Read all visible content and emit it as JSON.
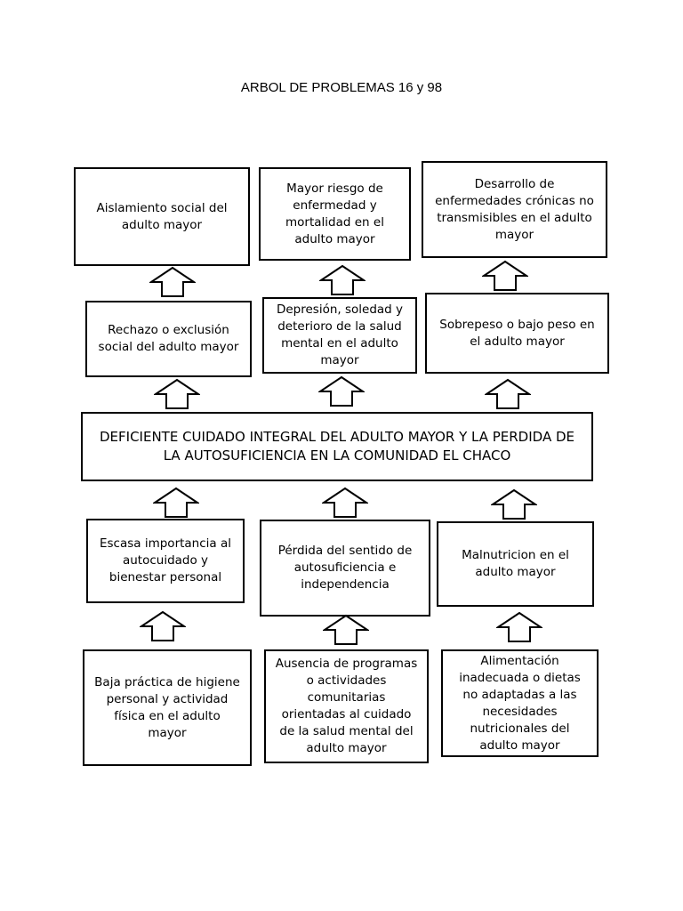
{
  "title": "ARBOL DE PROBLEMAS 16 y 98",
  "effects_top": [
    "Aislamiento social del adulto mayor",
    "Mayor riesgo de enfermedad y mortalidad en el adulto mayor",
    "Desarrollo de enfermedades crónicas no transmisibles en el adulto mayor"
  ],
  "effects_direct": [
    "Rechazo o exclusión social del adulto mayor",
    "Depresión, soledad y deterioro de la salud mental en el adulto mayor",
    "Sobrepeso o bajo peso en el adulto mayor"
  ],
  "central_problem": "DEFICIENTE CUIDADO INTEGRAL DEL ADULTO MAYOR Y LA PERDIDA DE LA AUTOSUFICIENCIA EN LA COMUNIDAD EL CHACO",
  "causes_direct": [
    "Escasa importancia al autocuidado y bienestar personal",
    "Pérdida del sentido de autosuficiencia e independencia",
    "Malnutricion en el adulto mayor"
  ],
  "causes_root": [
    "Baja práctica de higiene personal y actividad física en el adulto mayor",
    "Ausencia de programas o actividades comunitarias orientadas al cuidado de la salud mental del adulto mayor",
    "Alimentación inadecuada o dietas no adaptadas a las necesidades nutricionales del adulto mayor"
  ]
}
